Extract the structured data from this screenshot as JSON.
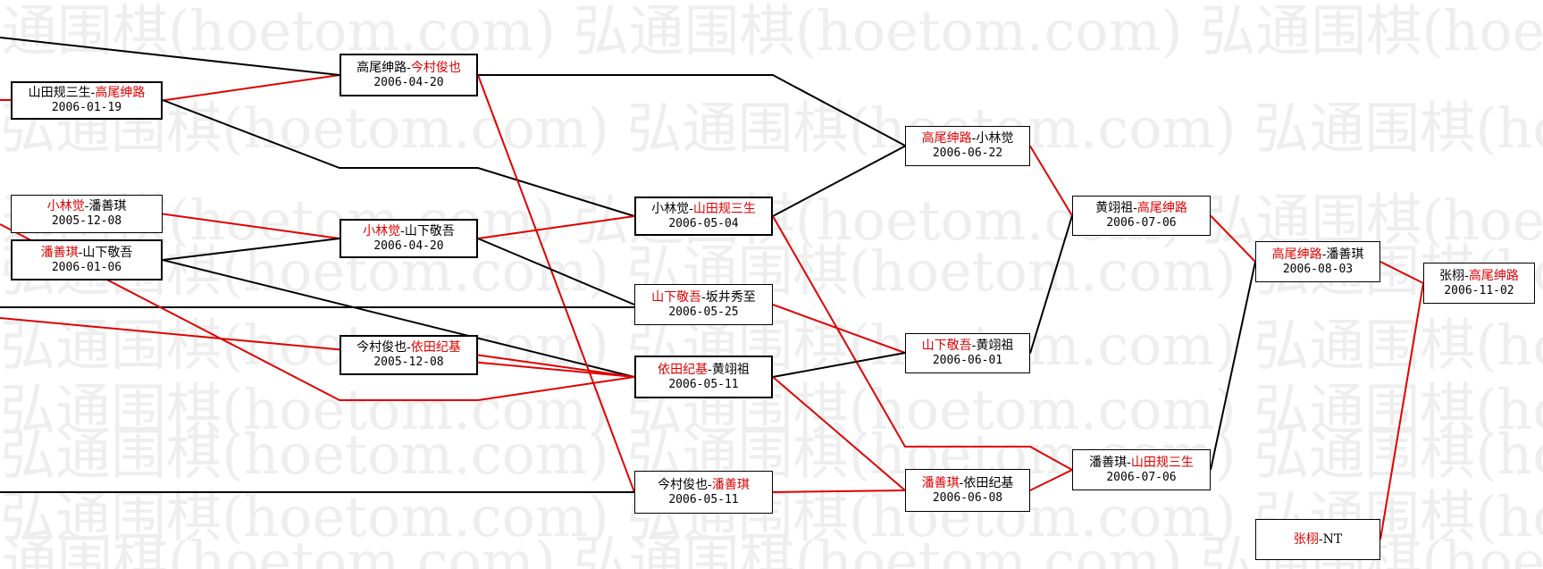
{
  "watermark": {
    "rows": [
      "弘通围棋(hoetom.com) 弘通围棋(hoetom.com) 弘通围棋(hoet",
      "弘通围棋(hoetom.com) 弘通围棋(hoetom.com) 弘通围棋(hoet",
      "弘通围棋(hoetom.com) 弘通围棋(hoetom.com) 弘通围棋(hoet",
      "弘通围棋(hoetom.com) 弘通围棋(hoetom.com) 弘通围棋(hoet",
      "弘通围棋(hoetom.com) 弘通围棋(hoetom.com) 弘通围棋(hoet",
      "弘通围棋(hoetom.com) 弘通围棋(hoetom.com) 弘通围棋(hoet",
      "弘通围棋(hoetom.com) 弘通围棋(hoetom.com) 弘通围棋(hoet",
      "弘通围棋(hoetom.com) 弘通围棋(hoetom.com) 弘通围棋(hoet",
      "弘通围棋(hoetom.com) 弘通围棋(hoetom.com) 弘通围棋(hoet"
    ]
  },
  "colors": {
    "winner": "#e00000",
    "loser": "#000000",
    "win_line": "#e00000",
    "loss_line": "#000000"
  },
  "matches": [
    {
      "id": "m1",
      "p1": "山田规三生",
      "p2": "高尾绅路",
      "winner": 2,
      "date": "2006-01-19"
    },
    {
      "id": "m2",
      "p1": "小林觉",
      "p2": "潘善琪",
      "winner": 1,
      "date": "2005-12-08"
    },
    {
      "id": "m3",
      "p1": "潘善琪",
      "p2": "山下敬吾",
      "winner": 1,
      "date": "2006-01-06"
    },
    {
      "id": "m4",
      "p1": "高尾绅路",
      "p2": "今村俊也",
      "winner": 2,
      "date": "2006-04-20"
    },
    {
      "id": "m5",
      "p1": "小林觉",
      "p2": "山下敬吾",
      "winner": 1,
      "date": "2006-04-20"
    },
    {
      "id": "m6",
      "p1": "今村俊也",
      "p2": "依田纪基",
      "winner": 2,
      "date": "2005-12-08"
    },
    {
      "id": "m7",
      "p1": "小林觉",
      "p2": "山田规三生",
      "winner": 2,
      "date": "2006-05-04"
    },
    {
      "id": "m8",
      "p1": "山下敬吾",
      "p2": "坂井秀至",
      "winner": 1,
      "date": "2006-05-25"
    },
    {
      "id": "m9",
      "p1": "依田纪基",
      "p2": "黄翊祖",
      "winner": 1,
      "date": "2006-05-11"
    },
    {
      "id": "m10",
      "p1": "今村俊也",
      "p2": "潘善琪",
      "winner": 2,
      "date": "2006-05-11"
    },
    {
      "id": "m11",
      "p1": "高尾绅路",
      "p2": "小林觉",
      "winner": 1,
      "date": "2006-06-22"
    },
    {
      "id": "m12",
      "p1": "山下敬吾",
      "p2": "黄翊祖",
      "winner": 1,
      "date": "2006-06-01"
    },
    {
      "id": "m13",
      "p1": "潘善琪",
      "p2": "依田纪基",
      "winner": 1,
      "date": "2006-06-08"
    },
    {
      "id": "m14",
      "p1": "黄翊祖",
      "p2": "高尾绅路",
      "winner": 2,
      "date": "2006-07-06"
    },
    {
      "id": "m15",
      "p1": "潘善琪",
      "p2": "山田规三生",
      "winner": 2,
      "date": "2006-07-06"
    },
    {
      "id": "m16",
      "p1": "高尾绅路",
      "p2": "潘善琪",
      "winner": 1,
      "date": "2006-08-03"
    },
    {
      "id": "m17",
      "p1": "张栩",
      "p2": "NT",
      "winner": 1,
      "date": ""
    },
    {
      "id": "m18",
      "p1": "张栩",
      "p2": "高尾绅路",
      "winner": 2,
      "date": "2006-11-02"
    }
  ],
  "links": [
    {
      "from": "m1",
      "to": "m4",
      "result": "win"
    },
    {
      "from": "m1",
      "to": "m7",
      "result": "loss"
    },
    {
      "from": "m2",
      "to": "m5",
      "result": "win"
    },
    {
      "from": "m3",
      "to": "m5",
      "result": "loss"
    },
    {
      "from": "m3",
      "to": "m9",
      "result": "loss"
    },
    {
      "from": "m4",
      "to": "m11",
      "result": "loss"
    },
    {
      "from": "m4",
      "to": "m10",
      "result": "win"
    },
    {
      "from": "m5",
      "to": "m7",
      "result": "win"
    },
    {
      "from": "m5",
      "to": "m8",
      "result": "loss"
    },
    {
      "from": "m6",
      "to": "m9",
      "result": "win"
    },
    {
      "from": "m7",
      "to": "m11",
      "result": "loss"
    },
    {
      "from": "m7",
      "to": "m15",
      "result": "win"
    },
    {
      "from": "m8",
      "to": "m12",
      "result": "win"
    },
    {
      "from": "m9",
      "to": "m12",
      "result": "loss"
    },
    {
      "from": "m9",
      "to": "m13",
      "result": "win"
    },
    {
      "from": "m10",
      "to": "m13",
      "result": "win"
    },
    {
      "from": "m11",
      "to": "m14",
      "result": "win"
    },
    {
      "from": "m12",
      "to": "m14",
      "result": "loss"
    },
    {
      "from": "m13",
      "to": "m15",
      "result": "win"
    },
    {
      "from": "m14",
      "to": "m16",
      "result": "win"
    },
    {
      "from": "m15",
      "to": "m16",
      "result": "loss"
    },
    {
      "from": "m16",
      "to": "m18",
      "result": "win"
    },
    {
      "from": "m17",
      "to": "m18",
      "result": "win"
    },
    {
      "to": "m4",
      "result": "loss"
    },
    {
      "to": "m1",
      "result": "win"
    },
    {
      "to": "m6",
      "result": "win"
    },
    {
      "to": "m8",
      "result": "loss"
    },
    {
      "to": "m9",
      "result": "win"
    },
    {
      "to": "m10",
      "result": "loss"
    }
  ]
}
